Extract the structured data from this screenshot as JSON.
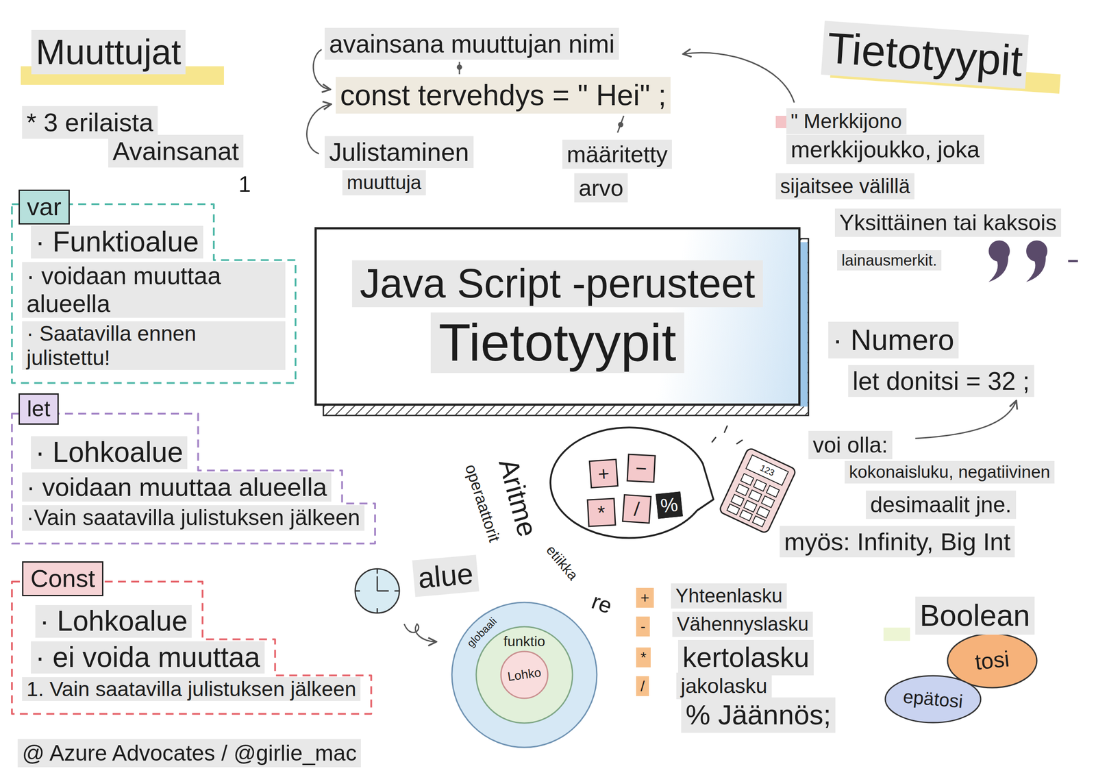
{
  "diagram": {
    "nodes": [
      {
        "text": [
          "var",
          "· Funktioalue",
          "· voidaan muuttaa alueella",
          "· Saatavilla ennen julistettu!"
        ]
      },
      {
        "text": [
          "let",
          "· Lohkoalue",
          "· voidaan muuttaa alueella",
          "·Vain saatavilla julistuksen jälkeen"
        ]
      },
      {
        "text": [
          "Const",
          "· Lohkoalue",
          "· ei voida muuttaa",
          "1. Vain saatavilla julistuksen jälkeen"
        ]
      },
      {
        "text": [
          "Java Script -perusteet",
          "Tietotyypit"
        ]
      },
      {
        "text": [
          "+"
        ]
      },
      {
        "text": [
          "−"
        ]
      },
      {
        "text": [
          "*"
        ]
      },
      {
        "text": [
          "/"
        ]
      },
      {
        "text": [
          "%"
        ]
      },
      {
        "text": [
          "globaali"
        ]
      },
      {
        "text": [
          "funktio"
        ],
        "in": 9
      },
      {
        "text": [
          "Lohko"
        ],
        "in": 10
      },
      {
        "text": [
          "tosi"
        ]
      },
      {
        "text": [
          "epätosi"
        ]
      }
    ],
    "labels": [
      "Muuttujat",
      "* 3 erilaista",
      "Avainsanat",
      "1",
      "avainsana muuttujan nimi",
      "const tervehdys = \" Hei\" ;",
      "Julistaminen",
      "muuttuja",
      "määritetty",
      "arvo",
      "Tietotyypit",
      "\" Merkkijono",
      "merkkijoukko, joka",
      "sijaitsee välillä",
      "Yksittäinen tai kaksois",
      "lainausmerkit.",
      "· Numero",
      "let donitsi = 32 ;",
      "voi olla:",
      "kokonaisluku, negatiivinen",
      "desimaalit jne.",
      "myös: Infinity, Big Int",
      "Aritme",
      "operaattorit",
      "etiikka",
      "re",
      "123",
      "alue",
      "+",
      "-",
      "*",
      "/",
      "Yhteenlasku",
      "Vähennyslasku",
      "kertolasku",
      "jakolasku",
      "% Jäännös;",
      "Boolean",
      "@ Azure Advocates / @girlie_mac"
    ]
  }
}
